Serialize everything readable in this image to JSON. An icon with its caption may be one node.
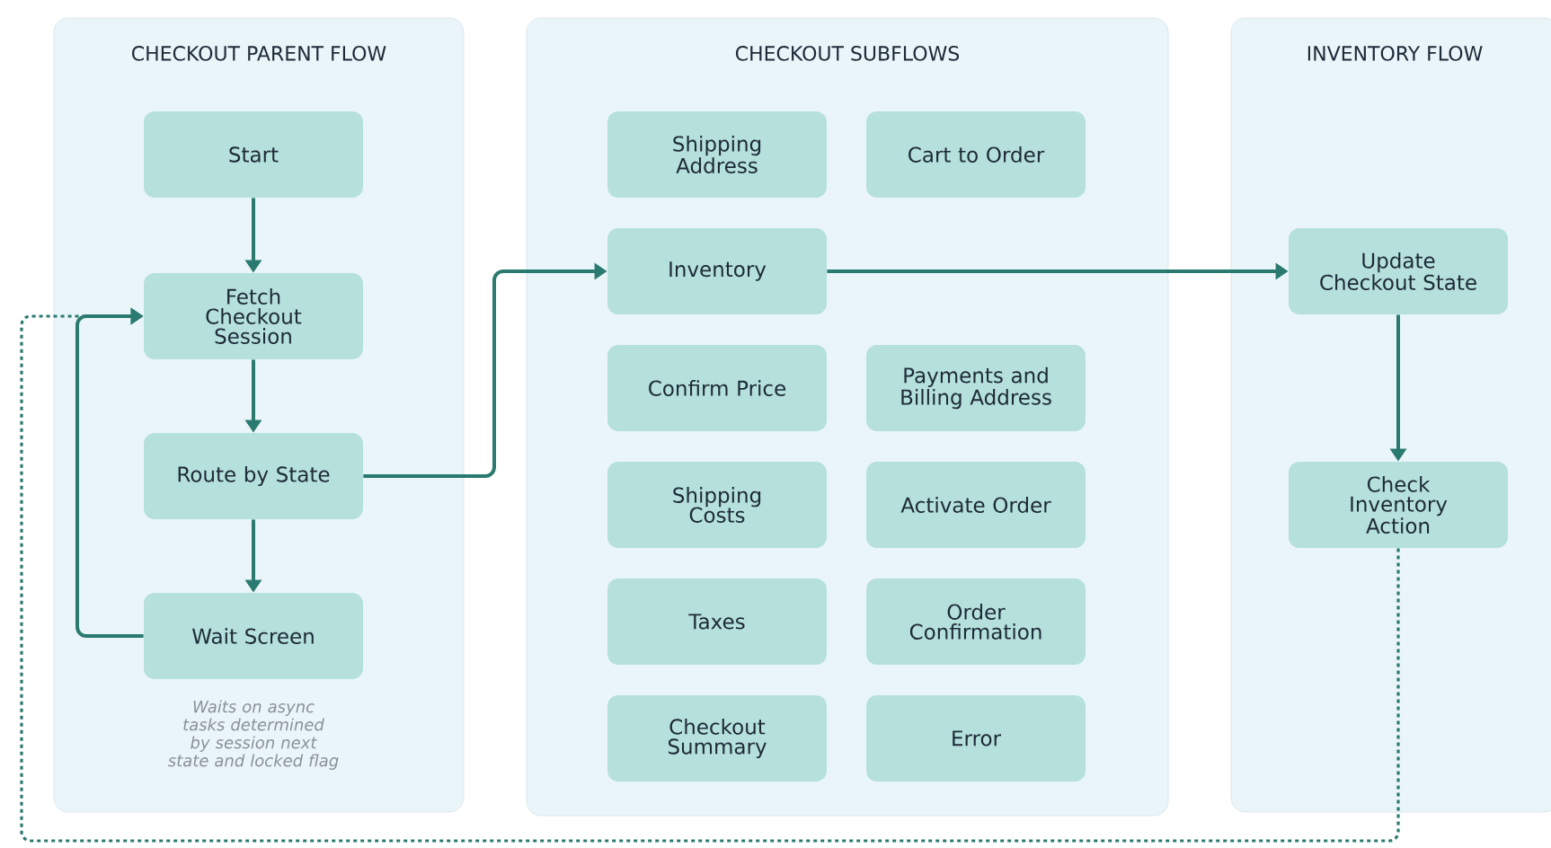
{
  "diagram": {
    "nodes": [
      {
        "text": [
          "CHECKOUT PARENT FLOW"
        ]
      },
      {
        "text": [
          "Start"
        ],
        "in": 0
      },
      {
        "text": [
          "Fetch Checkout Session"
        ],
        "in": 0
      },
      {
        "text": [
          "Route by State"
        ],
        "in": 0
      },
      {
        "text": [
          "Wait Screen"
        ],
        "in": 0,
        "beside": [
          "Waits on async tasks determined by session next state and locked flag"
        ]
      },
      {
        "text": [
          "CHECKOUT SUBFLOWS"
        ]
      },
      {
        "text": [
          "Shipping Address"
        ],
        "in": 5
      },
      {
        "text": [
          "Cart to Order"
        ],
        "in": 5
      },
      {
        "text": [
          "Inventory"
        ],
        "in": 5
      },
      {
        "text": [
          "Confirm Price"
        ],
        "in": 5
      },
      {
        "text": [
          "Payments and Billing Address"
        ],
        "in": 5
      },
      {
        "text": [
          "Shipping Costs"
        ],
        "in": 5
      },
      {
        "text": [
          "Activate Order"
        ],
        "in": 5
      },
      {
        "text": [
          "Taxes"
        ],
        "in": 5
      },
      {
        "text": [
          "Order Confirmation"
        ],
        "in": 5
      },
      {
        "text": [
          "Checkout Summary"
        ],
        "in": 5
      },
      {
        "text": [
          "Error"
        ],
        "in": 5
      },
      {
        "text": [
          "INVENTORY FLOW"
        ]
      },
      {
        "text": [
          "Update Checkout State"
        ],
        "in": 17
      },
      {
        "text": [
          "Check Inventory Action"
        ],
        "in": 17
      }
    ],
    "edges": [
      {
        "from": 1,
        "to": 2,
        "arrow": "to"
      },
      {
        "from": 2,
        "to": 3,
        "arrow": "to"
      },
      {
        "from": 3,
        "to": 4,
        "arrow": "to"
      },
      {
        "from": 4,
        "to": 2,
        "arrow": "to"
      },
      {
        "from": 3,
        "to": 8,
        "arrow": "to"
      },
      {
        "from": 8,
        "to": 18,
        "arrow": "to"
      },
      {
        "from": 18,
        "to": 19,
        "arrow": "to"
      },
      {
        "from": 19,
        "to": 2,
        "arrow": "to",
        "style": "dashed"
      }
    ]
  }
}
